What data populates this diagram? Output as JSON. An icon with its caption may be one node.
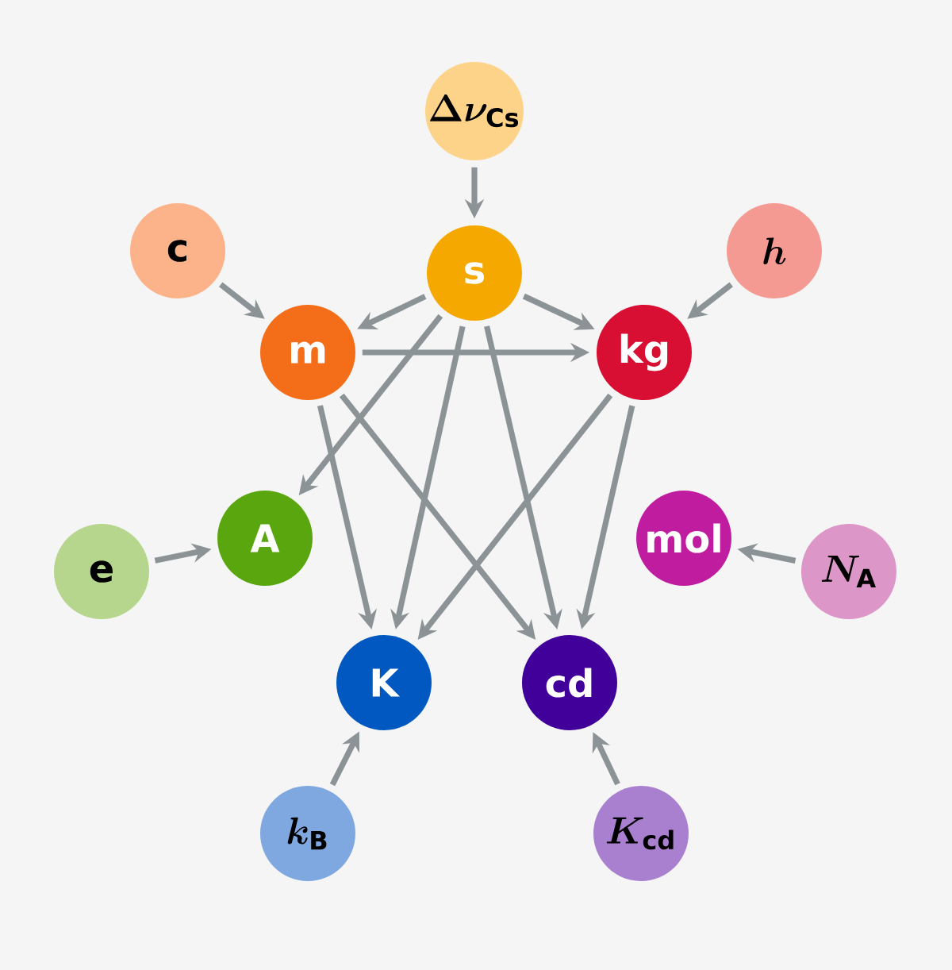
{
  "diagram": {
    "nodes": [
      {
        "text": [
          "\\Delta\\nu_{\\mathrm{Cs}}"
        ]
      },
      {
        "text": [
          "s"
        ]
      },
      {
        "text": [
          "c"
        ]
      },
      {
        "text": [
          "h"
        ]
      },
      {
        "text": [
          "m"
        ]
      },
      {
        "text": [
          "kg"
        ]
      },
      {
        "text": [
          "e"
        ]
      },
      {
        "text": [
          "A"
        ]
      },
      {
        "text": [
          "mol"
        ]
      },
      {
        "text": [
          "N_{\\mathrm{A}}"
        ]
      },
      {
        "text": [
          "K"
        ]
      },
      {
        "text": [
          "cd"
        ]
      },
      {
        "text": [
          "k_{\\mathrm{B}}"
        ]
      },
      {
        "text": [
          "K_{\\mathrm{cd}}"
        ]
      }
    ],
    "edges": [
      {
        "from": 0,
        "to": 1,
        "arrow": "to"
      },
      {
        "from": 2,
        "to": 4,
        "arrow": "to"
      },
      {
        "from": 3,
        "to": 5,
        "arrow": "to"
      },
      {
        "from": 1,
        "to": 4,
        "arrow": "to"
      },
      {
        "from": 1,
        "to": 5,
        "arrow": "to"
      },
      {
        "from": 4,
        "to": 5,
        "arrow": "to"
      },
      {
        "from": 1,
        "to": 7,
        "arrow": "to"
      },
      {
        "from": 1,
        "to": 10,
        "arrow": "to"
      },
      {
        "from": 1,
        "to": 11,
        "arrow": "to"
      },
      {
        "from": 4,
        "to": 10,
        "arrow": "to"
      },
      {
        "from": 4,
        "to": 11,
        "arrow": "to"
      },
      {
        "from": 5,
        "to": 10,
        "arrow": "to"
      },
      {
        "from": 5,
        "to": 11,
        "arrow": "to"
      },
      {
        "from": 6,
        "to": 7,
        "arrow": "to"
      },
      {
        "from": 9,
        "to": 8,
        "arrow": "to"
      },
      {
        "from": 12,
        "to": 10,
        "arrow": "to"
      },
      {
        "from": 13,
        "to": 11,
        "arrow": "to"
      }
    ]
  }
}
